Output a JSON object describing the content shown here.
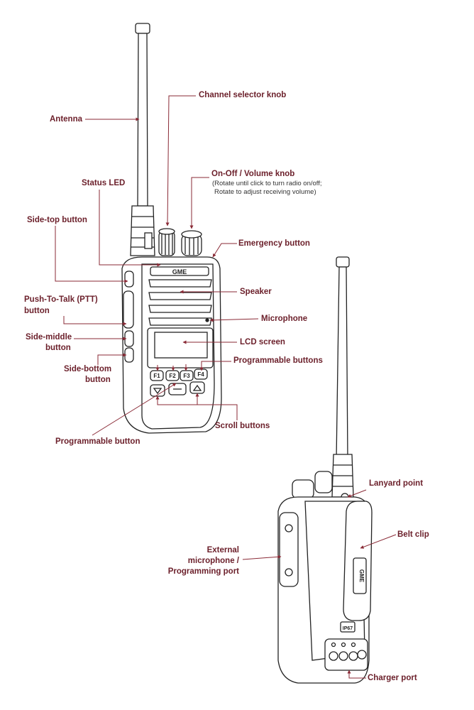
{
  "labels": {
    "antenna": "Antenna",
    "channel_knob": "Channel selector knob",
    "status_led": "Status LED",
    "onoff_knob": "On-Off / Volume knob",
    "onoff_note1": "(Rotate until click to turn radio on/off;",
    "onoff_note2": "Rotate to adjust receiving volume)",
    "side_top": "Side-top button",
    "emergency": "Emergency button",
    "ptt1": "Push-To-Talk (PTT)",
    "ptt2": "button",
    "speaker": "Speaker",
    "microphone": "Microphone",
    "side_middle1": "Side-middle",
    "side_middle2": "button",
    "lcd": "LCD screen",
    "side_bottom1": "Side-bottom",
    "side_bottom2": "button",
    "prog_buttons": "Programmable buttons",
    "scroll": "Scroll buttons",
    "prog_button": "Programmable button",
    "lanyard": "Lanyard point",
    "belt_clip": "Belt clip",
    "ext1": "External",
    "ext2": "microphone /",
    "ext3": "Programming port",
    "charger": "Charger port"
  },
  "device": {
    "brand": "GME",
    "rating": "IP67",
    "keys": [
      "F1",
      "F2",
      "F3",
      "F4"
    ]
  },
  "colors": {
    "label": "#6b1f2a",
    "leader": "#8a2a36",
    "outline": "#222222"
  }
}
